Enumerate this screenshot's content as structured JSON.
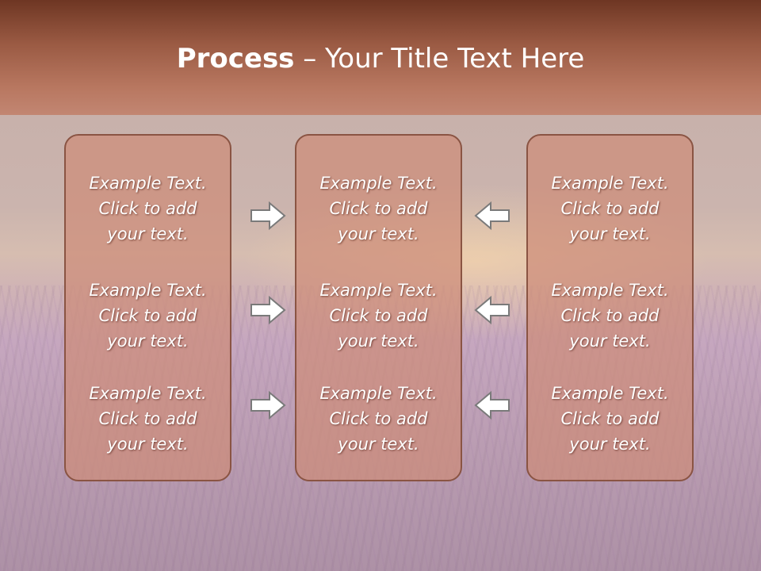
{
  "slide": {
    "title_bold": "Process",
    "title_rest": " – Your Title Text Here"
  },
  "columns": [
    {
      "items": [
        [
          "Example Text.",
          "Click  to add",
          "your text."
        ],
        [
          "Example Text.",
          "Click  to add",
          "your text."
        ],
        [
          "Example Text.",
          "Click  to add",
          "your text."
        ]
      ]
    },
    {
      "items": [
        [
          "Example Text.",
          "Click  to add",
          "your text."
        ],
        [
          "Example Text.",
          "Click  to add",
          "your text."
        ],
        [
          "Example Text.",
          "Click  to add",
          "your text."
        ]
      ]
    },
    {
      "items": [
        [
          "Example Text.",
          "Click  to add",
          "your text."
        ],
        [
          "Example Text.",
          "Click  to add",
          "your text."
        ],
        [
          "Example Text.",
          "Click  to add",
          "your text."
        ]
      ]
    }
  ],
  "arrows": {
    "left_group": "right-arrow-icon",
    "right_group": "left-arrow-icon"
  },
  "colors": {
    "header_top": "#6e3623",
    "header_bottom": "#c28672",
    "box_fill": "#cd8c78",
    "box_border": "#8a5443",
    "text": "#ffffff"
  }
}
